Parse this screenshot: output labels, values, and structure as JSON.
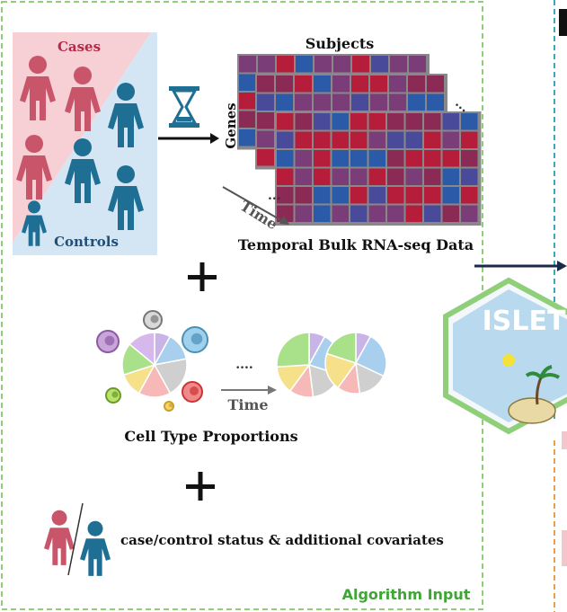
{
  "colors": {
    "case_red": "#c9556a",
    "control_blue": "#1f6f94",
    "green_border": "#8fcf7a",
    "teal_border": "#3aa9b8",
    "orange_border": "#e8a04a",
    "heat_red": "#b51d3b",
    "heat_blue": "#2b5aa8",
    "heat_purple": "#7a3d78",
    "algo_green": "#3fa535"
  },
  "labels": {
    "cases": "Cases",
    "controls": "Controls",
    "subjects": "Subjects",
    "genes": "Genes",
    "time": "Time",
    "dots": "....",
    "dots_short": "...",
    "bulk_title": "Temporal Bulk RNA-seq Data",
    "cell_type_title": "Cell Type Proportions",
    "time2": "Time",
    "dots2": "....",
    "covariates": "case/control status & additional covariates",
    "algorithm_input": "Algorithm Input",
    "islet": "ISLET"
  },
  "icons": [
    "hourglass-icon",
    "person-icon",
    "cell-icon",
    "island-icon",
    "plus-icon"
  ]
}
